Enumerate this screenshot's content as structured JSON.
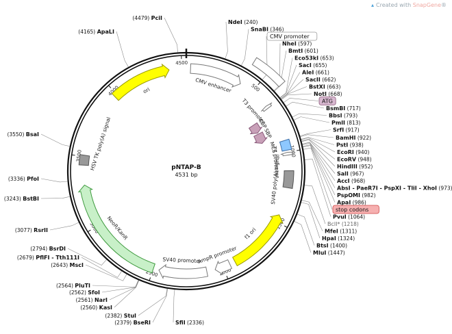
{
  "credit": {
    "prefix": "Created with",
    "brand": "SnapGene",
    "suffix": "®"
  },
  "plasmid": {
    "name": "pNTAP-B",
    "length_label": "4531 bp",
    "length": 4531
  },
  "ticks": [
    {
      "label": "500",
      "pos": 500
    },
    {
      "label": "1000",
      "pos": 1000
    },
    {
      "label": "1500",
      "pos": 1500
    },
    {
      "label": "2000",
      "pos": 2000
    },
    {
      "label": "2500",
      "pos": 2500
    },
    {
      "label": "3000",
      "pos": 3000
    },
    {
      "label": "3500",
      "pos": 3500
    },
    {
      "label": "4000",
      "pos": 4000
    },
    {
      "label": "4500",
      "pos": 4500
    }
  ],
  "features": [
    {
      "name": "ori",
      "start": 3980,
      "end": 4410,
      "color": "#ffff00",
      "stroke": "#999900",
      "kind": "arrow",
      "dir": "cw",
      "track": "in1"
    },
    {
      "name": "CMV enhancer",
      "start": 30,
      "end": 400,
      "color": "#ffffff",
      "stroke": "#777777",
      "kind": "arrow",
      "dir": "cw",
      "track": "in1"
    },
    {
      "name": "CMV promoter",
      "start": 400,
      "end": 600,
      "color": "#ffffff",
      "stroke": "#777777",
      "kind": "box",
      "track": "out"
    },
    {
      "name": "T3 promoter",
      "start": 640,
      "end": 660,
      "color": "#ffffff",
      "stroke": "#777777",
      "kind": "arrow",
      "dir": "ccw",
      "track": "in1"
    },
    {
      "name": "CBP",
      "start": 700,
      "end": 780,
      "color": "#c8a0b8",
      "stroke": "#8a5a7a",
      "kind": "arrow",
      "dir": "cw",
      "track": "in2"
    },
    {
      "name": "SBP",
      "start": 790,
      "end": 880,
      "color": "#c8a0b8",
      "stroke": "#8a5a7a",
      "kind": "arrow",
      "dir": "cw",
      "track": "in2"
    },
    {
      "name": "MCS",
      "start": 915,
      "end": 985,
      "color": "#8ec8ff",
      "stroke": "#3b6ea8",
      "kind": "box",
      "track": "in1"
    },
    {
      "name": "T7 promoter",
      "start": 1000,
      "end": 1020,
      "color": "#ffffff",
      "stroke": "#777777",
      "kind": "arrow",
      "dir": "ccw",
      "track": "in1"
    },
    {
      "name": "SV40 poly(A) signal",
      "start": 1130,
      "end": 1250,
      "color": "#999999",
      "stroke": "#555555",
      "kind": "box",
      "track": "in1"
    },
    {
      "name": "f1 ori",
      "start": 1450,
      "end": 1910,
      "color": "#ffff00",
      "stroke": "#999900",
      "kind": "arrow",
      "dir": "ccw",
      "track": "in1"
    },
    {
      "name": "AmpR promoter",
      "start": 1950,
      "end": 2060,
      "color": "#ffffff",
      "stroke": "#777777",
      "kind": "arrow",
      "dir": "cw",
      "track": "in1"
    },
    {
      "name": "SV40 promoter",
      "start": 2120,
      "end": 2460,
      "color": "#ffffff",
      "stroke": "#777777",
      "kind": "arrow",
      "dir": "cw",
      "track": "in1"
    },
    {
      "name": "NeoR/KanR",
      "start": 2500,
      "end": 3300,
      "color": "#c8f0c8",
      "stroke": "#3f9a3f",
      "kind": "arrow",
      "dir": "cw",
      "track": "in1"
    },
    {
      "name": "HSV TK poly(A) signal",
      "start": 3440,
      "end": 3510,
      "color": "#999999",
      "stroke": "#555555",
      "kind": "box",
      "track": "in1"
    }
  ],
  "feature_labels": [
    {
      "text": "CMV enhancer",
      "pos": 220
    },
    {
      "text": "T3 promoter",
      "pos": 610
    },
    {
      "text": "CBP",
      "pos": 730
    },
    {
      "text": "SBP",
      "pos": 820
    },
    {
      "text": "MCS",
      "pos": 940
    },
    {
      "text": "T7 promoter",
      "pos": 1060
    },
    {
      "text": "SV40 poly(A) signal",
      "pos": 1200
    },
    {
      "text": "f1 ori",
      "pos": 1690
    },
    {
      "text": "AmpR promoter",
      "pos": 2010
    },
    {
      "text": "SV40 promoter",
      "pos": 2300
    },
    {
      "text": "NeoR/KanR",
      "pos": 2900
    },
    {
      "text": "HSV TK poly(A) signal",
      "pos": 3620
    },
    {
      "text": "ori",
      "pos": 4200
    }
  ],
  "right_sites": [
    {
      "name": "NdeI",
      "pos": "(240)",
      "bp": 240
    },
    {
      "name": "SnaBI",
      "pos": "(346)",
      "bp": 346
    },
    {
      "name": "CMV promoter",
      "pos": "",
      "bp": 500,
      "boxed": "gray"
    },
    {
      "name": "NheI",
      "pos": "(597)",
      "bp": 597
    },
    {
      "name": "BmtI",
      "pos": "(601)",
      "bp": 601
    },
    {
      "name": "Eco53kI",
      "pos": "(653)",
      "bp": 653
    },
    {
      "name": "SacI",
      "pos": "(655)",
      "bp": 655
    },
    {
      "name": "AleI",
      "pos": "(661)",
      "bp": 661
    },
    {
      "name": "SacII",
      "pos": "(662)",
      "bp": 662
    },
    {
      "name": "BstXI",
      "pos": "(663)",
      "bp": 663
    },
    {
      "name": "NotI",
      "pos": "(668)",
      "bp": 668
    },
    {
      "name": "ATG",
      "pos": "",
      "bp": 690,
      "boxed": "purple"
    },
    {
      "name": "BsmBI",
      "pos": "(717)",
      "bp": 717
    },
    {
      "name": "BbsI",
      "pos": "(793)",
      "bp": 793
    },
    {
      "name": "PmlI",
      "pos": "(813)",
      "bp": 813
    },
    {
      "name": "SrfI",
      "pos": "(917)",
      "bp": 917
    },
    {
      "name": "BamHI",
      "pos": "(922)",
      "bp": 922
    },
    {
      "name": "PstI",
      "pos": "(938)",
      "bp": 938
    },
    {
      "name": "EcoRI",
      "pos": "(940)",
      "bp": 940
    },
    {
      "name": "EcoRV",
      "pos": "(948)",
      "bp": 948
    },
    {
      "name": "HindIII",
      "pos": "(952)",
      "bp": 952
    },
    {
      "name": "SalI",
      "pos": "(967)",
      "bp": 967
    },
    {
      "name": "AccI",
      "pos": "(968)",
      "bp": 968
    },
    {
      "name": "AbsI - PaeR7I - PspXI - TliI - XhoI",
      "pos": "(973)",
      "bp": 973
    },
    {
      "name": "PspOMI",
      "pos": "(982)",
      "bp": 982
    },
    {
      "name": "ApaI",
      "pos": "(986)",
      "bp": 986
    },
    {
      "name": "stop codons",
      "pos": "",
      "bp": 1000,
      "boxed": "red"
    },
    {
      "name": "PvuI",
      "pos": "(1064)",
      "bp": 1064
    },
    {
      "name": "BclI*",
      "pos": "(1218)",
      "bp": 1218,
      "nonunique": true
    },
    {
      "name": "MfeI",
      "pos": "(1311)",
      "bp": 1311
    },
    {
      "name": "HpaI",
      "pos": "(1324)",
      "bp": 1324
    },
    {
      "name": "BtsI",
      "pos": "(1400)",
      "bp": 1400
    },
    {
      "name": "MluI",
      "pos": "(1447)",
      "bp": 1447
    }
  ],
  "left_sites": [
    {
      "name": "PciI",
      "pos": "(4479)",
      "bp": 4479,
      "side": "top"
    },
    {
      "name": "ApaLI",
      "pos": "(4165)",
      "bp": 4165
    },
    {
      "name": "BsaI",
      "pos": "(3550)",
      "bp": 3550
    },
    {
      "name": "PfoI",
      "pos": "(3336)",
      "bp": 3336
    },
    {
      "name": "BstBI",
      "pos": "(3243)",
      "bp": 3243
    },
    {
      "name": "RsrII",
      "pos": "(3077)",
      "bp": 3077
    },
    {
      "name": "BsrDI",
      "pos": "(2794)",
      "bp": 2794
    },
    {
      "name": "PflFI - Tth111I",
      "pos": "(2679)",
      "bp": 2679
    },
    {
      "name": "MscI",
      "pos": "(2643)",
      "bp": 2643
    },
    {
      "name": "PluTI",
      "pos": "(2564)",
      "bp": 2564
    },
    {
      "name": "SfoI",
      "pos": "(2562)",
      "bp": 2562
    },
    {
      "name": "NarI",
      "pos": "(2561)",
      "bp": 2561
    },
    {
      "name": "KasI",
      "pos": "(2560)",
      "bp": 2560
    },
    {
      "name": "StuI",
      "pos": "(2382)",
      "bp": 2382
    },
    {
      "name": "BseRI",
      "pos": "(2379)",
      "bp": 2379
    },
    {
      "name": "SfiI",
      "pos": "(2336)",
      "bp": 2336,
      "side": "bottom"
    }
  ]
}
